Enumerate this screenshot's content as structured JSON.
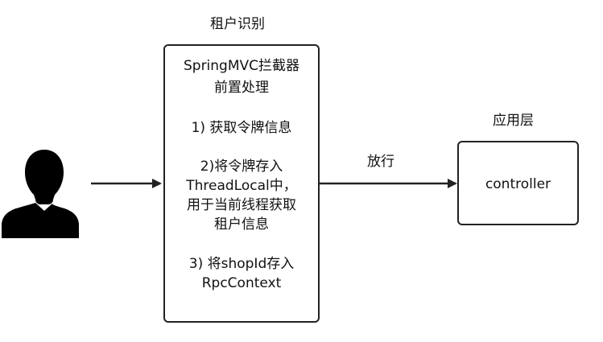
{
  "colors": {
    "stroke": "#222222",
    "icon_fill": "#000000",
    "text": "#111111"
  },
  "nodes": {
    "user": {
      "icon": "user-silhouette-icon"
    },
    "interceptor": {
      "group_label": "租户识别",
      "lines": [
        "SpringMVC拦截器",
        "前置处理",
        "",
        "1) 获取令牌信息",
        "",
        "2)将令牌存入",
        "ThreadLocal中，",
        "用于当前线程获取",
        "租户信息",
        "",
        "3) 将shopId存入",
        "RpcContext"
      ]
    },
    "controller": {
      "group_label": "应用层",
      "label": "controller"
    }
  },
  "edges": {
    "user_to_interceptor": {
      "label": ""
    },
    "interceptor_to_controller": {
      "label": "放行"
    }
  }
}
